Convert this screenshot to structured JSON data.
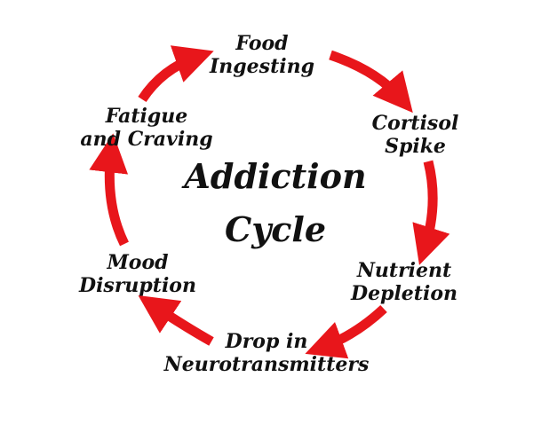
{
  "title": {
    "line1": "Addiction",
    "line2": "Cycle"
  },
  "stages": [
    {
      "line1": "Food",
      "line2": "Ingesting"
    },
    {
      "line1": "Cortisol",
      "line2": "Spike"
    },
    {
      "line1": "Nutrient",
      "line2": "Depletion"
    },
    {
      "line1": "Drop in",
      "line2": "Neurotransmitters"
    },
    {
      "line1": "Mood",
      "line2": "Disruption"
    },
    {
      "line1": "Fatigue",
      "line2": "and Craving"
    }
  ],
  "colors": {
    "arrow": "#e8161b",
    "text": "#111111",
    "background": "#ffffff"
  },
  "icons": {
    "arrow": "curved-arrow-icon"
  }
}
